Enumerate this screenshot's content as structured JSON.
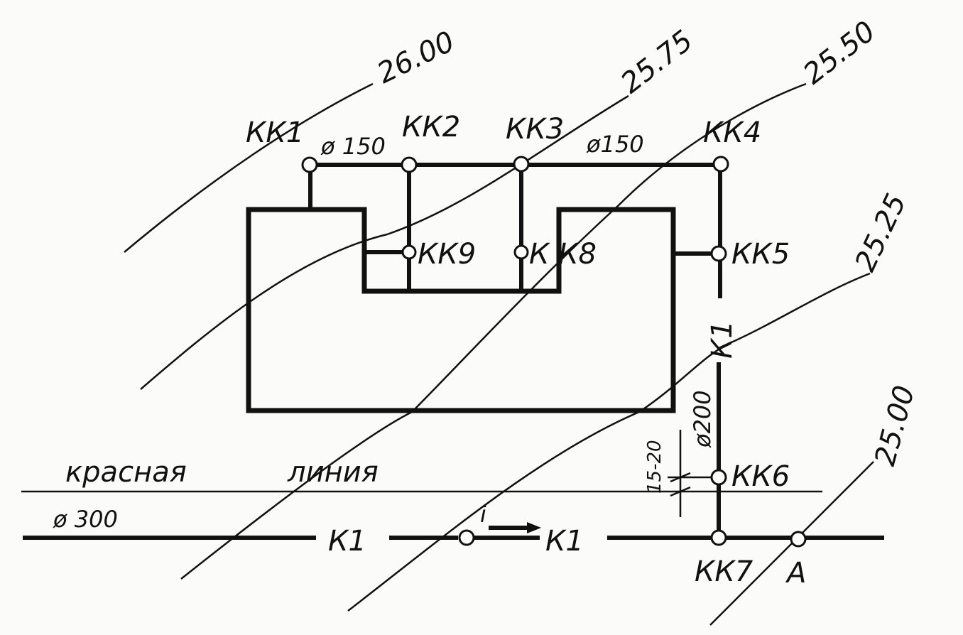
{
  "contours": {
    "c1": "26.00",
    "c2": "25.75",
    "c3": "25.50",
    "c4": "25.25",
    "c5": "25.00"
  },
  "wells": {
    "kk1": "КК1",
    "kk2": "КК2",
    "kk3": "КК3",
    "kk4": "КК4",
    "kk5": "КК5",
    "kk6": "КК6",
    "kk7": "КК7",
    "kk8": "К К8",
    "kk9": "КК9",
    "point_a": "А"
  },
  "diameters": {
    "top_left": "ø 150",
    "top_right": "ø150",
    "branch": "ø200",
    "street": "ø 300"
  },
  "network_labels": {
    "branch": "К1",
    "street_left": "К1",
    "street_right": "К1",
    "slope": "i"
  },
  "red_line": {
    "word1": "красная",
    "word2": "линия"
  },
  "dimension": {
    "distance": "15-20"
  }
}
